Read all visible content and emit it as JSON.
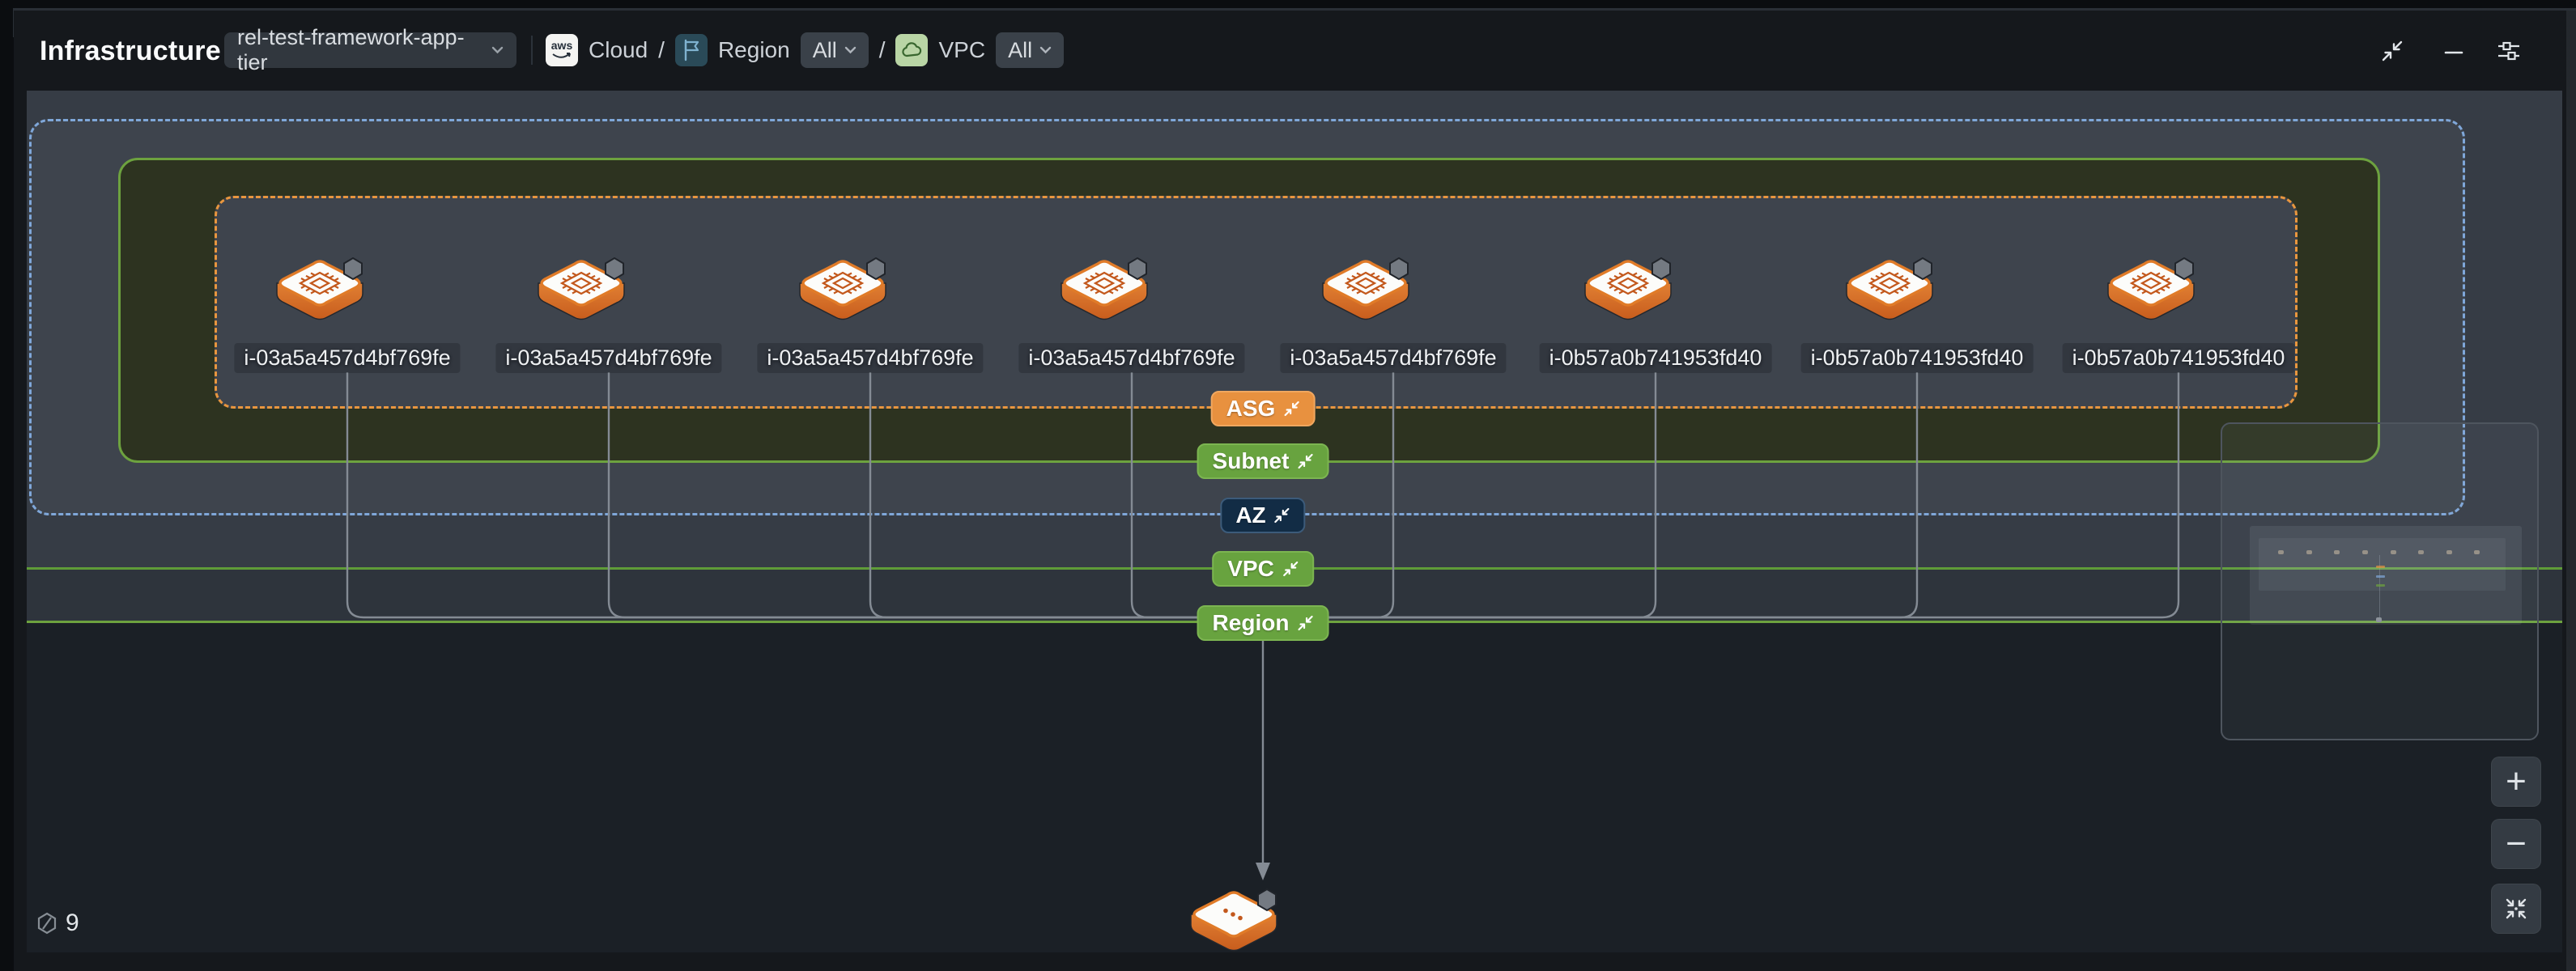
{
  "header": {
    "title": "Infrastructure",
    "project_selector": {
      "label": "rel-test-framework-app-tier"
    },
    "breadcrumb": {
      "aws_logo_text": "aws",
      "cloud_label": "Cloud",
      "separator": "/",
      "region_label": "Region",
      "region_filter_value": "All",
      "vpc_label": "VPC",
      "vpc_filter_value": "All"
    },
    "toolbar_icons": [
      "collapse-view-icon",
      "minimize-icon",
      "display-settings-icon"
    ]
  },
  "diagram": {
    "groups": [
      {
        "key": "asg",
        "label": "ASG",
        "color": "#e8913f",
        "border_style": "dashed-orange"
      },
      {
        "key": "subnet",
        "label": "Subnet",
        "color": "#68a33f",
        "border_style": "solid-green"
      },
      {
        "key": "az",
        "label": "AZ",
        "color": "#122c45",
        "border_style": "dashed-blue"
      },
      {
        "key": "vpc",
        "label": "VPC",
        "color": "#68a33f",
        "border_style": "solid-green"
      },
      {
        "key": "region",
        "label": "Region",
        "color": "#68a33f",
        "border_style": "solid-green"
      }
    ],
    "instances": [
      "i-03a5a457d4bf769fe",
      "i-03a5a457d4bf769fe",
      "i-03a5a457d4bf769fe",
      "i-03a5a457d4bf769fe",
      "i-03a5a457d4bf769fe",
      "i-0b57a0b741953fd40",
      "i-0b57a0b741953fd40",
      "i-0b57a0b741953fd40"
    ],
    "node_count": "9",
    "colors": {
      "az_border": "#7fa7d9",
      "asg_border": "#e8963f",
      "subnet_border": "#6da23f",
      "vpc_border": "#5f9c38",
      "region_border": "#6da23f",
      "edge": "#848b94",
      "instance_accent": "#d96f26"
    }
  },
  "zoom_controls": {
    "zoom_in": "+",
    "zoom_out": "−",
    "fit_icon": "center-view-icon"
  }
}
